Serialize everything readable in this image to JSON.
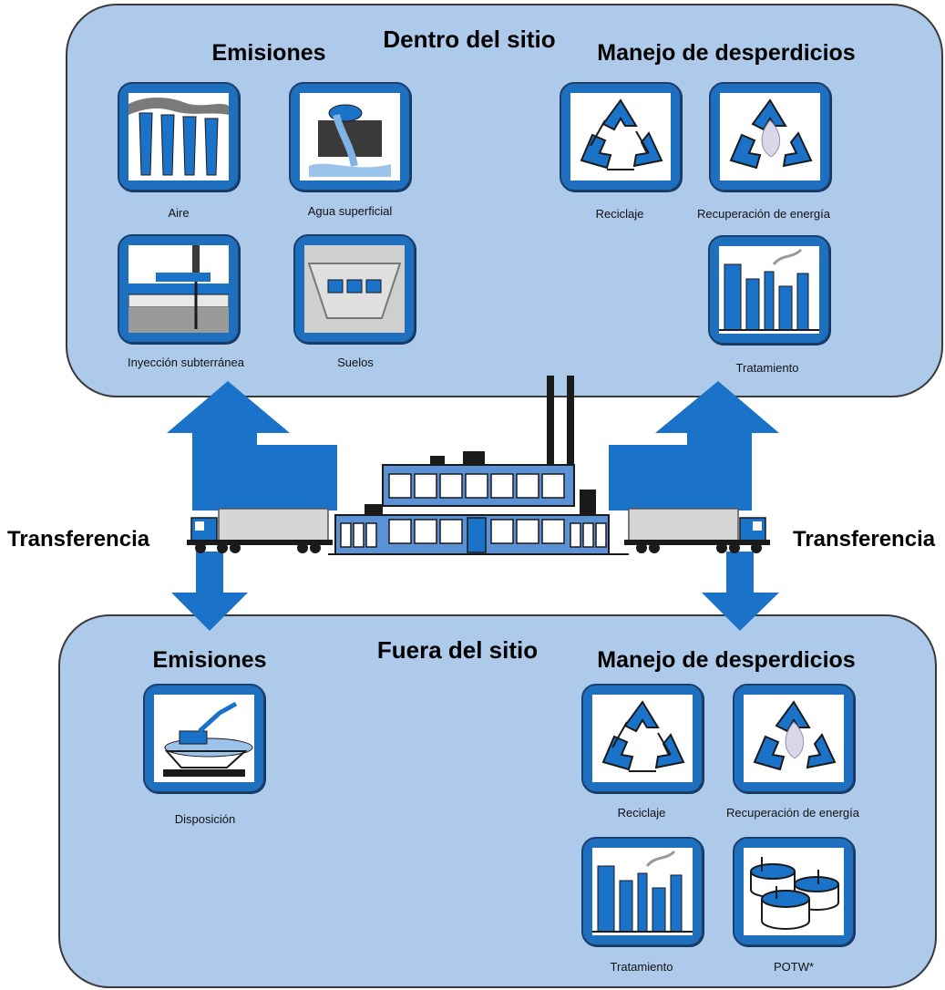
{
  "top": {
    "title": "Dentro del sitio",
    "emissions_heading": "Emisiones",
    "waste_heading": "Manejo de desperdicios",
    "items": {
      "air": "Aire",
      "surface_water": "Agua superficial",
      "underground_injection": "Inyección subterránea",
      "soils": "Suelos",
      "recycling": "Reciclaje",
      "energy_recovery": "Recuperación de energía",
      "treatment": "Tratamiento"
    }
  },
  "bottom": {
    "title": "Fuera del sitio",
    "emissions_heading": "Emisiones",
    "waste_heading": "Manejo de desperdicios",
    "items": {
      "disposal": "Disposición",
      "recycling": "Reciclaje",
      "energy_recovery": "Recuperación de energía",
      "treatment": "Tratamiento",
      "potw": "POTW*"
    }
  },
  "transfer_left": "Transferencia",
  "transfer_right": "Transferencia",
  "colors": {
    "panel_fill": "#aecaeb",
    "arrow_blue": "#1a73c9",
    "tile_blue": "#1f6fbf",
    "factory_blue": "#5b92d6"
  },
  "icons": {
    "air": "smokestacks-icon",
    "surface_water": "water-discharge-icon",
    "underground_injection": "injection-well-icon",
    "soils": "landfill-icon",
    "recycling": "recycle-icon",
    "energy_recovery": "recycle-flame-icon",
    "treatment": "treatment-plant-icon",
    "disposal": "excavator-icon",
    "potw": "water-tanks-icon"
  }
}
